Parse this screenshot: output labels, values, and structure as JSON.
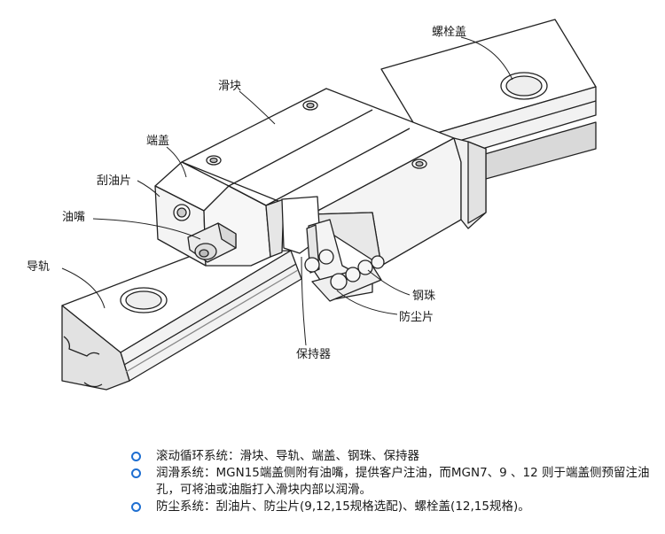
{
  "labels": {
    "cap_bolt": "螺栓盖",
    "slider": "滑块",
    "end_cap": "端盖",
    "wiper": "刮油片",
    "oil_nipple": "油嘴",
    "rail": "导轨",
    "ball": "钢珠",
    "dust_plate": "防尘片",
    "retainer": "保持器"
  },
  "notes": [
    "滚动循环系统：滑块、导轨、端盖、钢珠、保持器",
    "润滑系统：MGN15端盖侧附有油嘴，提供客户注油，而MGN7、9 、12 则于端盖侧预留注油孔，可将油或油脂打入滑块内部以润滑。",
    "防尘系统：刮油片、防尘片(9,12,15规格选配)、螺栓盖(12,15规格)。"
  ],
  "colors": {
    "bullet": "#1f6fd1",
    "line": "#222222",
    "shade": "#d9d9d9"
  }
}
